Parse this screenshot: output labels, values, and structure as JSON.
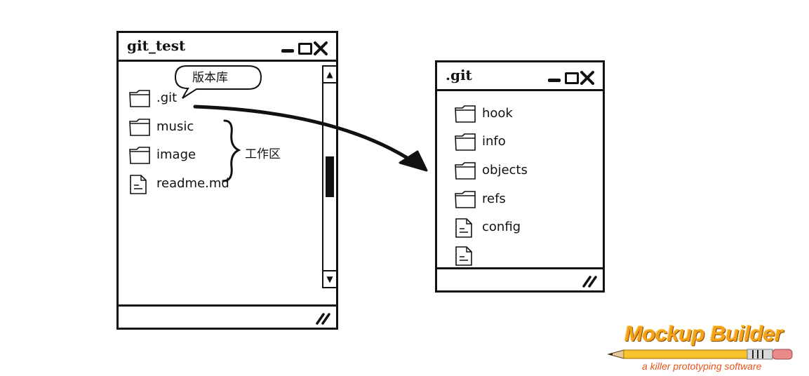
{
  "left_window": {
    "title": "git_test",
    "items": [
      {
        "label": ".git",
        "icon": "folder-icon"
      },
      {
        "label": "music",
        "icon": "folder-icon"
      },
      {
        "label": "image",
        "icon": "folder-icon"
      },
      {
        "label": "readme.md",
        "icon": "file-icon"
      }
    ],
    "repo_callout": "版本库",
    "workspace_note": "工作区"
  },
  "right_window": {
    "title": ".git",
    "items": [
      {
        "label": "hook",
        "icon": "folder-icon"
      },
      {
        "label": "info",
        "icon": "folder-icon"
      },
      {
        "label": "objects",
        "icon": "folder-icon"
      },
      {
        "label": "refs",
        "icon": "folder-icon"
      },
      {
        "label": "config",
        "icon": "file-icon"
      },
      {
        "label": "",
        "icon": "file-icon"
      }
    ]
  },
  "branding": {
    "name": "Mockup Builder",
    "tagline": "a killer prototyping software"
  },
  "colors": {
    "stroke": "#111111",
    "brand_orange": "#f4a21c",
    "tagline_red": "#e8541a"
  }
}
